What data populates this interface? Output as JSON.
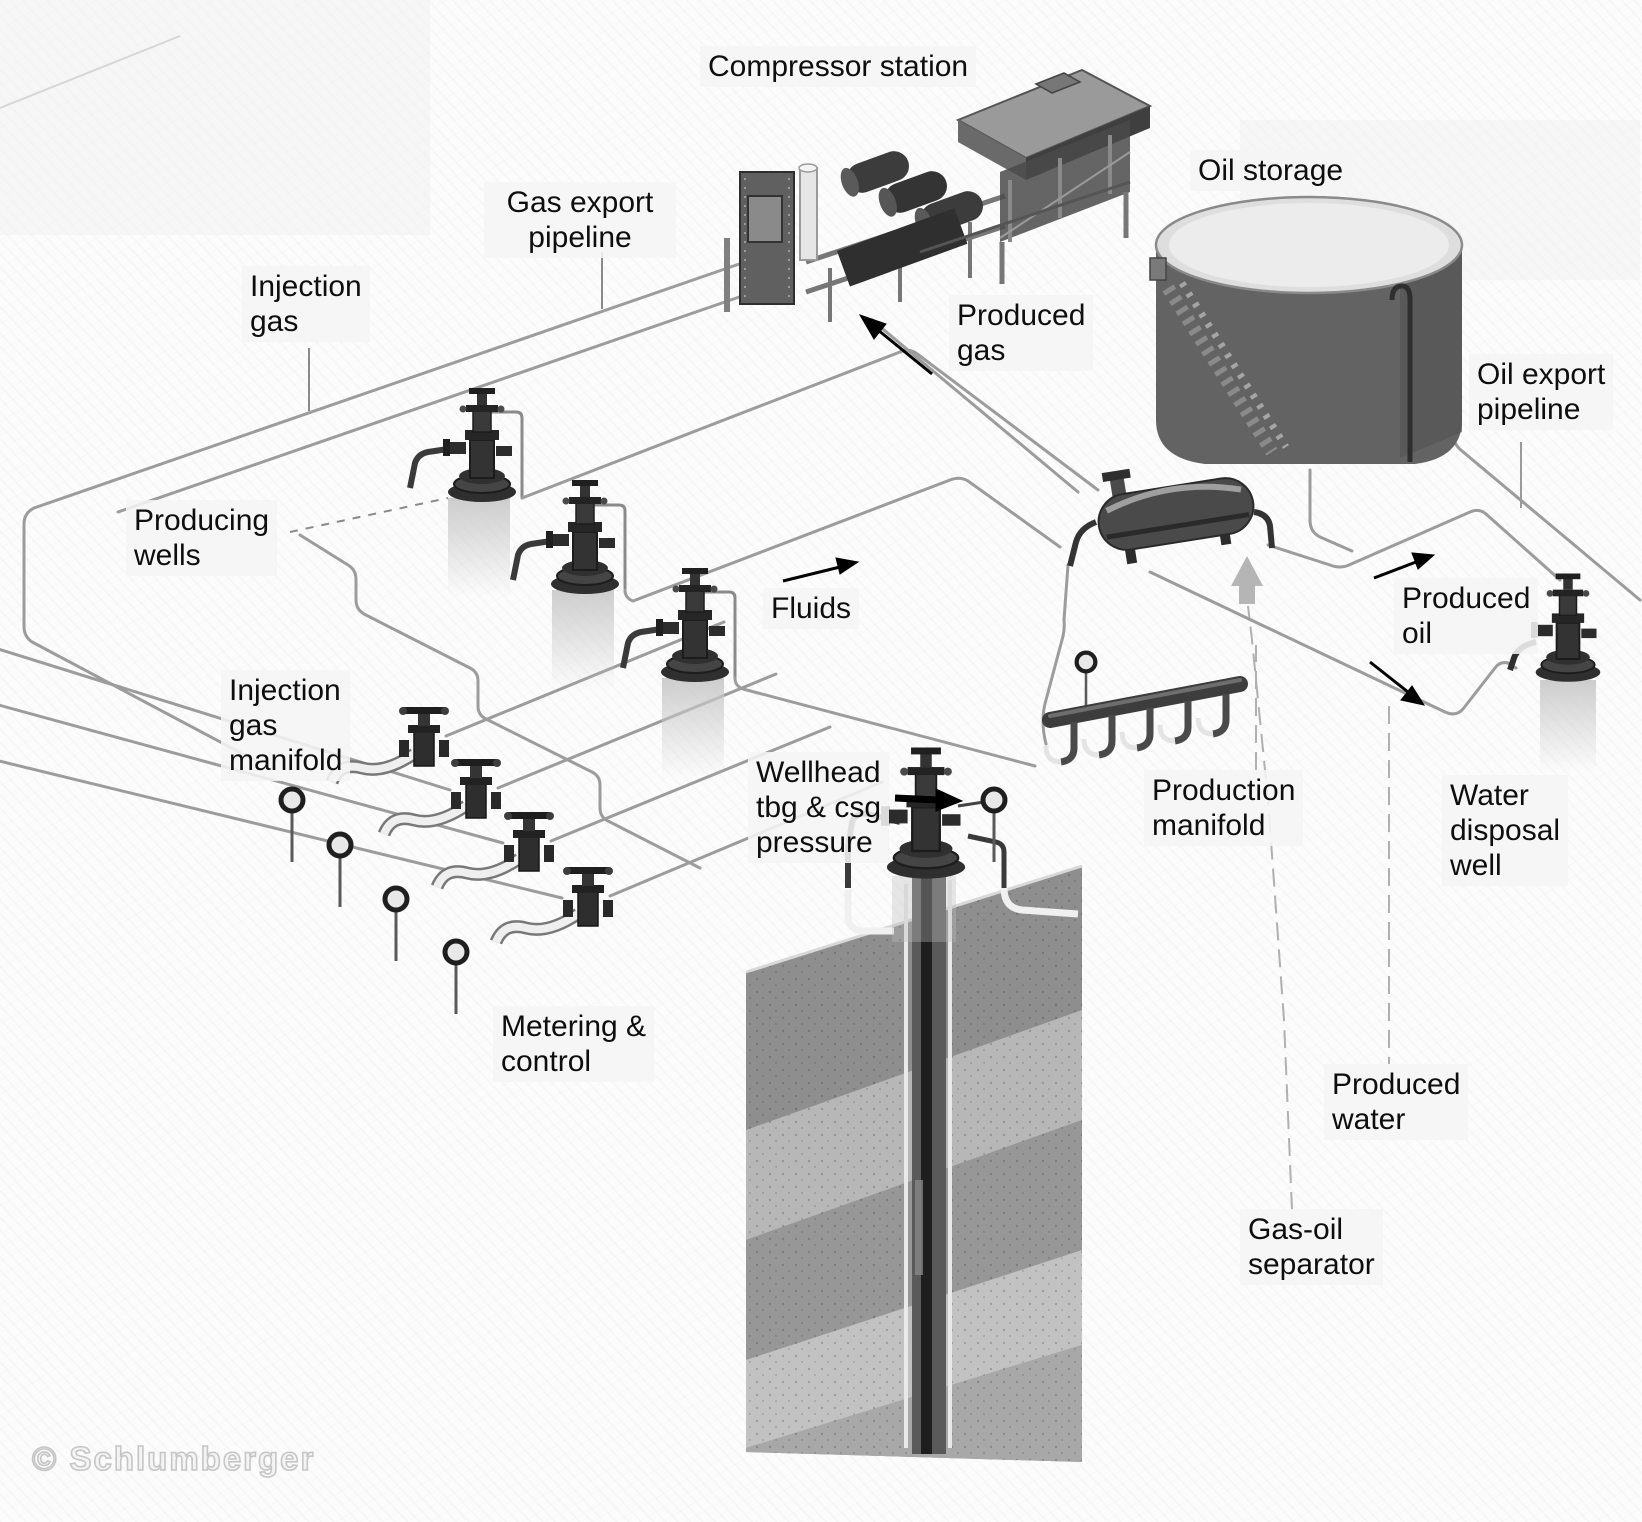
{
  "diagram_title": "Oil field production system schematic",
  "labels": {
    "compressor_station": {
      "text": "Compressor station"
    },
    "gas_export_pipeline": {
      "text": "Gas export\npipeline"
    },
    "injection_gas": {
      "text": "Injection\ngas"
    },
    "oil_storage": {
      "text": "Oil storage"
    },
    "produced_gas": {
      "text": "Produced\ngas"
    },
    "oil_export_pipeline": {
      "text": "Oil export\npipeline"
    },
    "producing_wells": {
      "text": "Producing\nwells"
    },
    "fluids": {
      "text": "Fluids"
    },
    "produced_oil": {
      "text": "Produced\noil"
    },
    "injection_gas_manifold": {
      "text": "Injection\ngas\nmanifold"
    },
    "wellhead_pressure": {
      "text": "Wellhead\ntbg & csg\npressure"
    },
    "production_manifold": {
      "text": "Production\nmanifold"
    },
    "water_disposal_well": {
      "text": "Water\ndisposal\nwell"
    },
    "metering_control": {
      "text": "Metering &\ncontrol"
    },
    "produced_water": {
      "text": "Produced\nwater"
    },
    "gas_oil_separator": {
      "text": "Gas-oil\nseparator"
    },
    "watermark": {
      "text": "© Schlumberger"
    }
  },
  "icons": [
    "compressor-station-icon",
    "oil-storage-tank-icon",
    "gas-oil-separator-icon",
    "production-manifold-icon",
    "producing-wellhead-icon",
    "central-wellhead-icon",
    "water-disposal-wellhead-icon",
    "injection-manifold-valve-icon",
    "pressure-gauge-icon",
    "wellbore-cross-section-icon",
    "flow-arrow-icon"
  ],
  "colors": {
    "background": "#fcfcfc",
    "label_text": "#0e0e0e",
    "pipe": "#9c9c9c",
    "equipment_dark": "#333333",
    "tank_body": "#636363",
    "tank_top": "#dedede",
    "ground_band_dark": "#8e8e8e",
    "ground_band_light": "#c2c2c2",
    "leader_gray": "#b0b0b0",
    "arrow_black": "#000000",
    "watermark": "#c6c6c6"
  }
}
